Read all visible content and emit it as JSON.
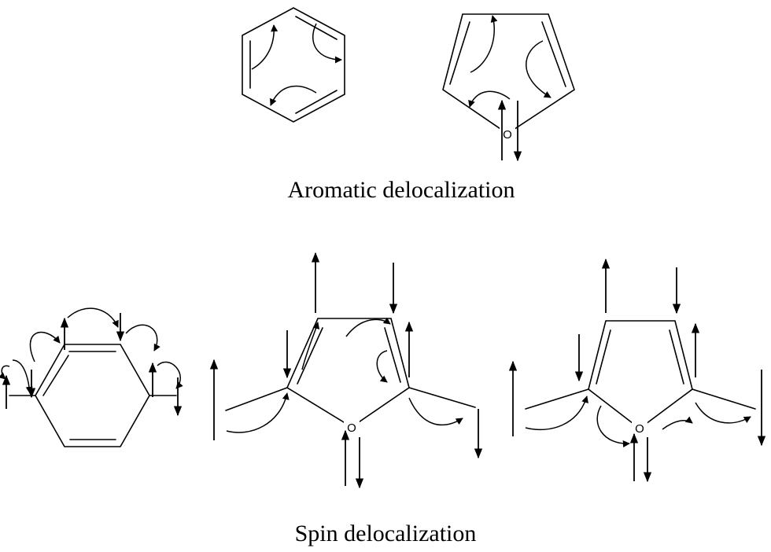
{
  "captions": {
    "aromatic": "Aromatic delocalization",
    "spin": "Spin delocalization"
  },
  "atoms": {
    "oxygen": "O"
  },
  "colors": {
    "ink": "#000000",
    "background": "#ffffff"
  }
}
